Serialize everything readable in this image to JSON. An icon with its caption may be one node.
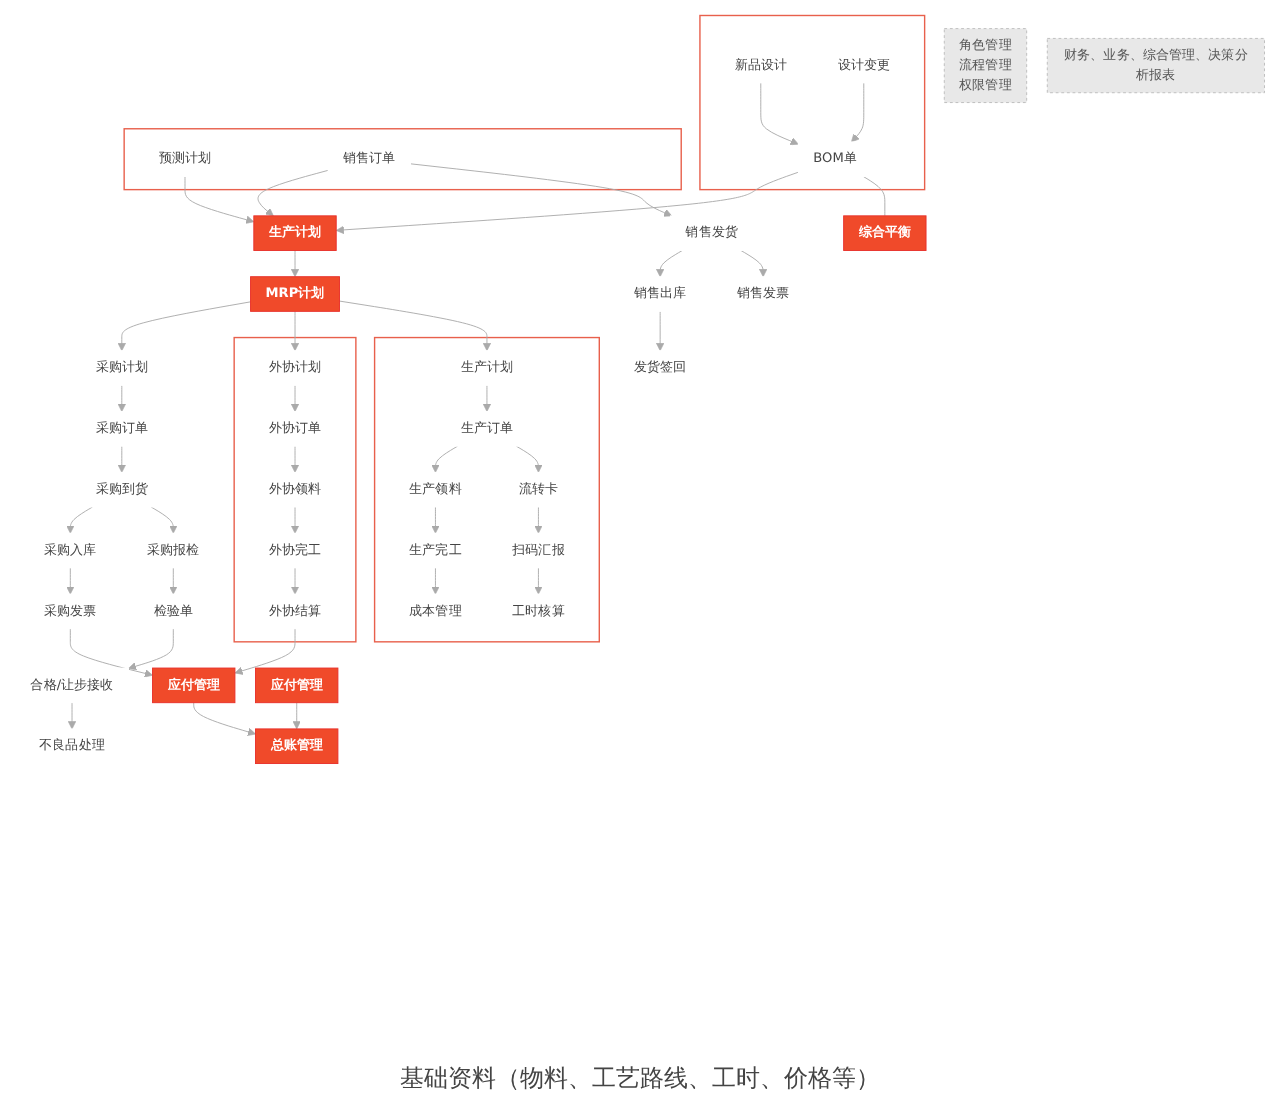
{
  "diagram": {
    "nodes": [
      {
        "text": [
          "角色管理",
          "流程管理",
          "权限管理"
        ]
      },
      {
        "text": [],
        "shape": "box"
      },
      {
        "text": [
          "新品设计"
        ],
        "in": 1
      },
      {
        "text": [
          "设计变更"
        ],
        "in": 1
      },
      {
        "text": [
          "BOM单"
        ],
        "in": 1
      },
      {
        "text": [],
        "shape": "box"
      },
      {
        "text": [
          "预测计划"
        ],
        "in": 5
      },
      {
        "text": [
          "销售订单"
        ],
        "in": 5
      },
      {
        "text": [
          "生产计划"
        ]
      },
      {
        "text": [
          "综合平衡"
        ]
      },
      {
        "text": [
          "MRP计划"
        ]
      },
      {
        "text": [
          "销售发货"
        ]
      },
      {
        "text": [
          "销售出库"
        ]
      },
      {
        "text": [
          "发货签回"
        ]
      },
      {
        "text": [
          "采购计划"
        ]
      },
      {
        "text": [
          "采购订单"
        ]
      },
      {
        "text": [
          "采购到货"
        ]
      },
      {
        "text": [
          "采购入库"
        ]
      },
      {
        "text": [
          "采购发票"
        ]
      },
      {
        "text": [
          "采购报检"
        ]
      },
      {
        "text": [
          "检验单"
        ]
      },
      {
        "text": [
          "合格/让步接收"
        ]
      },
      {
        "text": [
          "不良品处理"
        ]
      },
      {
        "text": [],
        "shape": "box"
      },
      {
        "text": [
          "外协计划"
        ],
        "in": 23
      },
      {
        "text": [
          "外协订单"
        ],
        "in": 23
      },
      {
        "text": [
          "外协领料"
        ],
        "in": 23
      },
      {
        "text": [
          "外协完工"
        ],
        "in": 23
      },
      {
        "text": [
          "外协结算"
        ],
        "in": 23
      },
      {
        "text": [],
        "shape": "box"
      },
      {
        "text": [
          "生产计划"
        ],
        "in": 29
      },
      {
        "text": [
          "生产订单"
        ],
        "in": 29
      },
      {
        "text": [
          "生产领料"
        ],
        "in": 29
      },
      {
        "text": [
          "生产完工"
        ],
        "in": 29
      },
      {
        "text": [
          "成本管理"
        ],
        "in": 29
      },
      {
        "text": [
          "流转卡"
        ],
        "in": 29
      },
      {
        "text": [
          "扫码汇报"
        ],
        "in": 29
      },
      {
        "text": [
          "工时核算"
        ],
        "in": 29
      },
      {
        "text": [
          "销售发票"
        ]
      },
      {
        "text": [
          "应付管理"
        ]
      },
      {
        "text": [
          "总账管理"
        ]
      },
      {
        "text": [
          "应付管理"
        ]
      },
      {
        "text": [
          "财务、业务、综合管理、决策分析报表"
        ]
      }
    ],
    "edges": [
      {
        "from": 2,
        "to": 4,
        "arrow": "to"
      },
      {
        "from": 3,
        "to": 4,
        "arrow": "to"
      },
      {
        "from": 4,
        "to": 8,
        "arrow": "to"
      },
      {
        "from": 4,
        "to": 9,
        "arrow": "none"
      },
      {
        "from": 6,
        "to": 8,
        "arrow": "to"
      },
      {
        "from": 7,
        "to": 8,
        "arrow": "to"
      },
      {
        "from": 7,
        "to": 11,
        "arrow": "to"
      },
      {
        "from": 11,
        "to": 12,
        "arrow": "to"
      },
      {
        "from": 12,
        "to": 13,
        "arrow": "to"
      },
      {
        "from": 11,
        "to": 38,
        "arrow": "to"
      },
      {
        "from": 8,
        "to": 10,
        "arrow": "to"
      },
      {
        "from": 10,
        "to": 14,
        "arrow": "to"
      },
      {
        "from": 10,
        "to": 24,
        "arrow": "to"
      },
      {
        "from": 10,
        "to": 30,
        "arrow": "to"
      },
      {
        "from": 14,
        "to": 15,
        "arrow": "to"
      },
      {
        "from": 15,
        "to": 16,
        "arrow": "to"
      },
      {
        "from": 16,
        "to": 17,
        "arrow": "to"
      },
      {
        "from": 17,
        "to": 18,
        "arrow": "to"
      },
      {
        "from": 16,
        "to": 19,
        "arrow": "to"
      },
      {
        "from": 19,
        "to": 20,
        "arrow": "to"
      },
      {
        "from": 20,
        "to": 21,
        "arrow": "to"
      },
      {
        "from": 21,
        "to": 22,
        "arrow": "to"
      },
      {
        "from": 24,
        "to": 25,
        "arrow": "to"
      },
      {
        "from": 25,
        "to": 26,
        "arrow": "to"
      },
      {
        "from": 26,
        "to": 27,
        "arrow": "to"
      },
      {
        "from": 27,
        "to": 28,
        "arrow": "to"
      },
      {
        "from": 30,
        "to": 31,
        "arrow": "to"
      },
      {
        "from": 31,
        "to": 32,
        "arrow": "to"
      },
      {
        "from": 32,
        "to": 33,
        "arrow": "to"
      },
      {
        "from": 33,
        "to": 34,
        "arrow": "to"
      },
      {
        "from": 31,
        "to": 35,
        "arrow": "to"
      },
      {
        "from": 35,
        "to": 36,
        "arrow": "to"
      },
      {
        "from": 36,
        "to": 37,
        "arrow": "to"
      },
      {
        "from": 18,
        "to": 39,
        "arrow": "to"
      },
      {
        "from": 28,
        "to": 39,
        "arrow": "to"
      },
      {
        "from": 39,
        "to": 40,
        "arrow": "to"
      },
      {
        "from": 41,
        "to": 40,
        "arrow": "to"
      }
    ],
    "labels": [
      "基础资料（物料、工艺路线、工时、价格等）"
    ]
  }
}
